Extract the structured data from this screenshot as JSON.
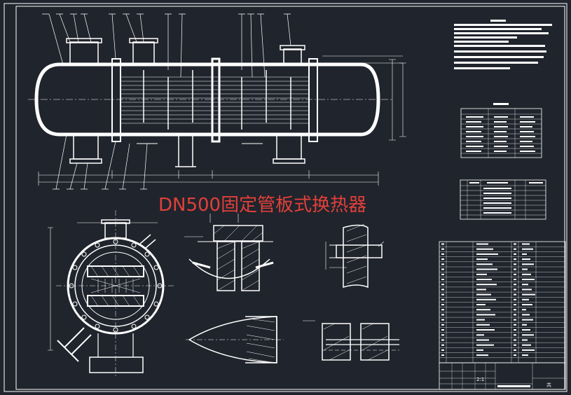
{
  "drawing": {
    "title": "DN500固定管板式换热器",
    "title_color": "#e0403a",
    "background": "#20242c",
    "line_color": "#ffffff"
  },
  "title_block": {
    "scale_cell": "2:1",
    "sheet_cell": "共"
  }
}
